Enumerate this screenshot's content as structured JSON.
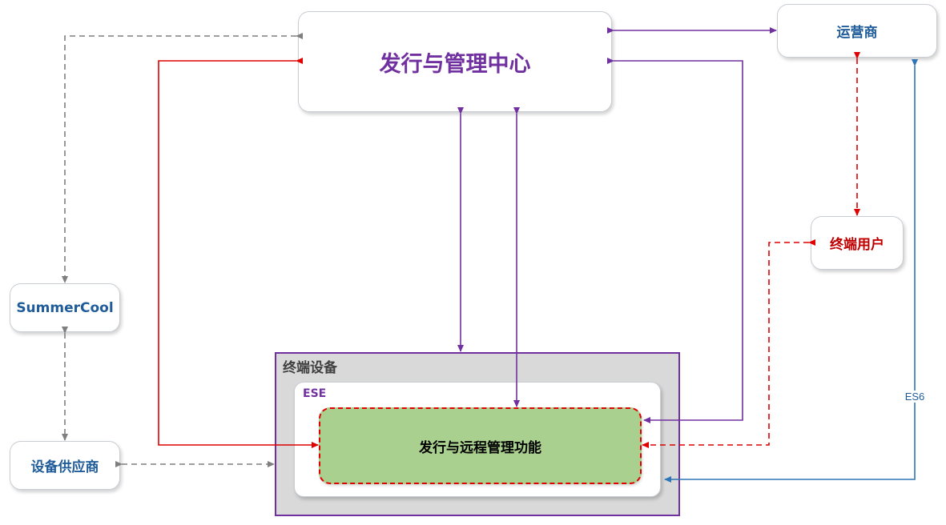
{
  "nodes": {
    "issuer": "发行与管理中心",
    "operator": "运营商",
    "end_user": "终端用户",
    "summercool": "SummerCool",
    "supplier": "设备供应商",
    "terminal": "终端设备",
    "ese": "ESE",
    "function": "发行与远程管理功能"
  },
  "edge_labels": {
    "es6": "ES6"
  },
  "colors": {
    "purple": "#7030a0",
    "red": "#e00000",
    "blue": "#2e75b6",
    "gray": "#7f7f7f",
    "green": "#a9d08e"
  }
}
